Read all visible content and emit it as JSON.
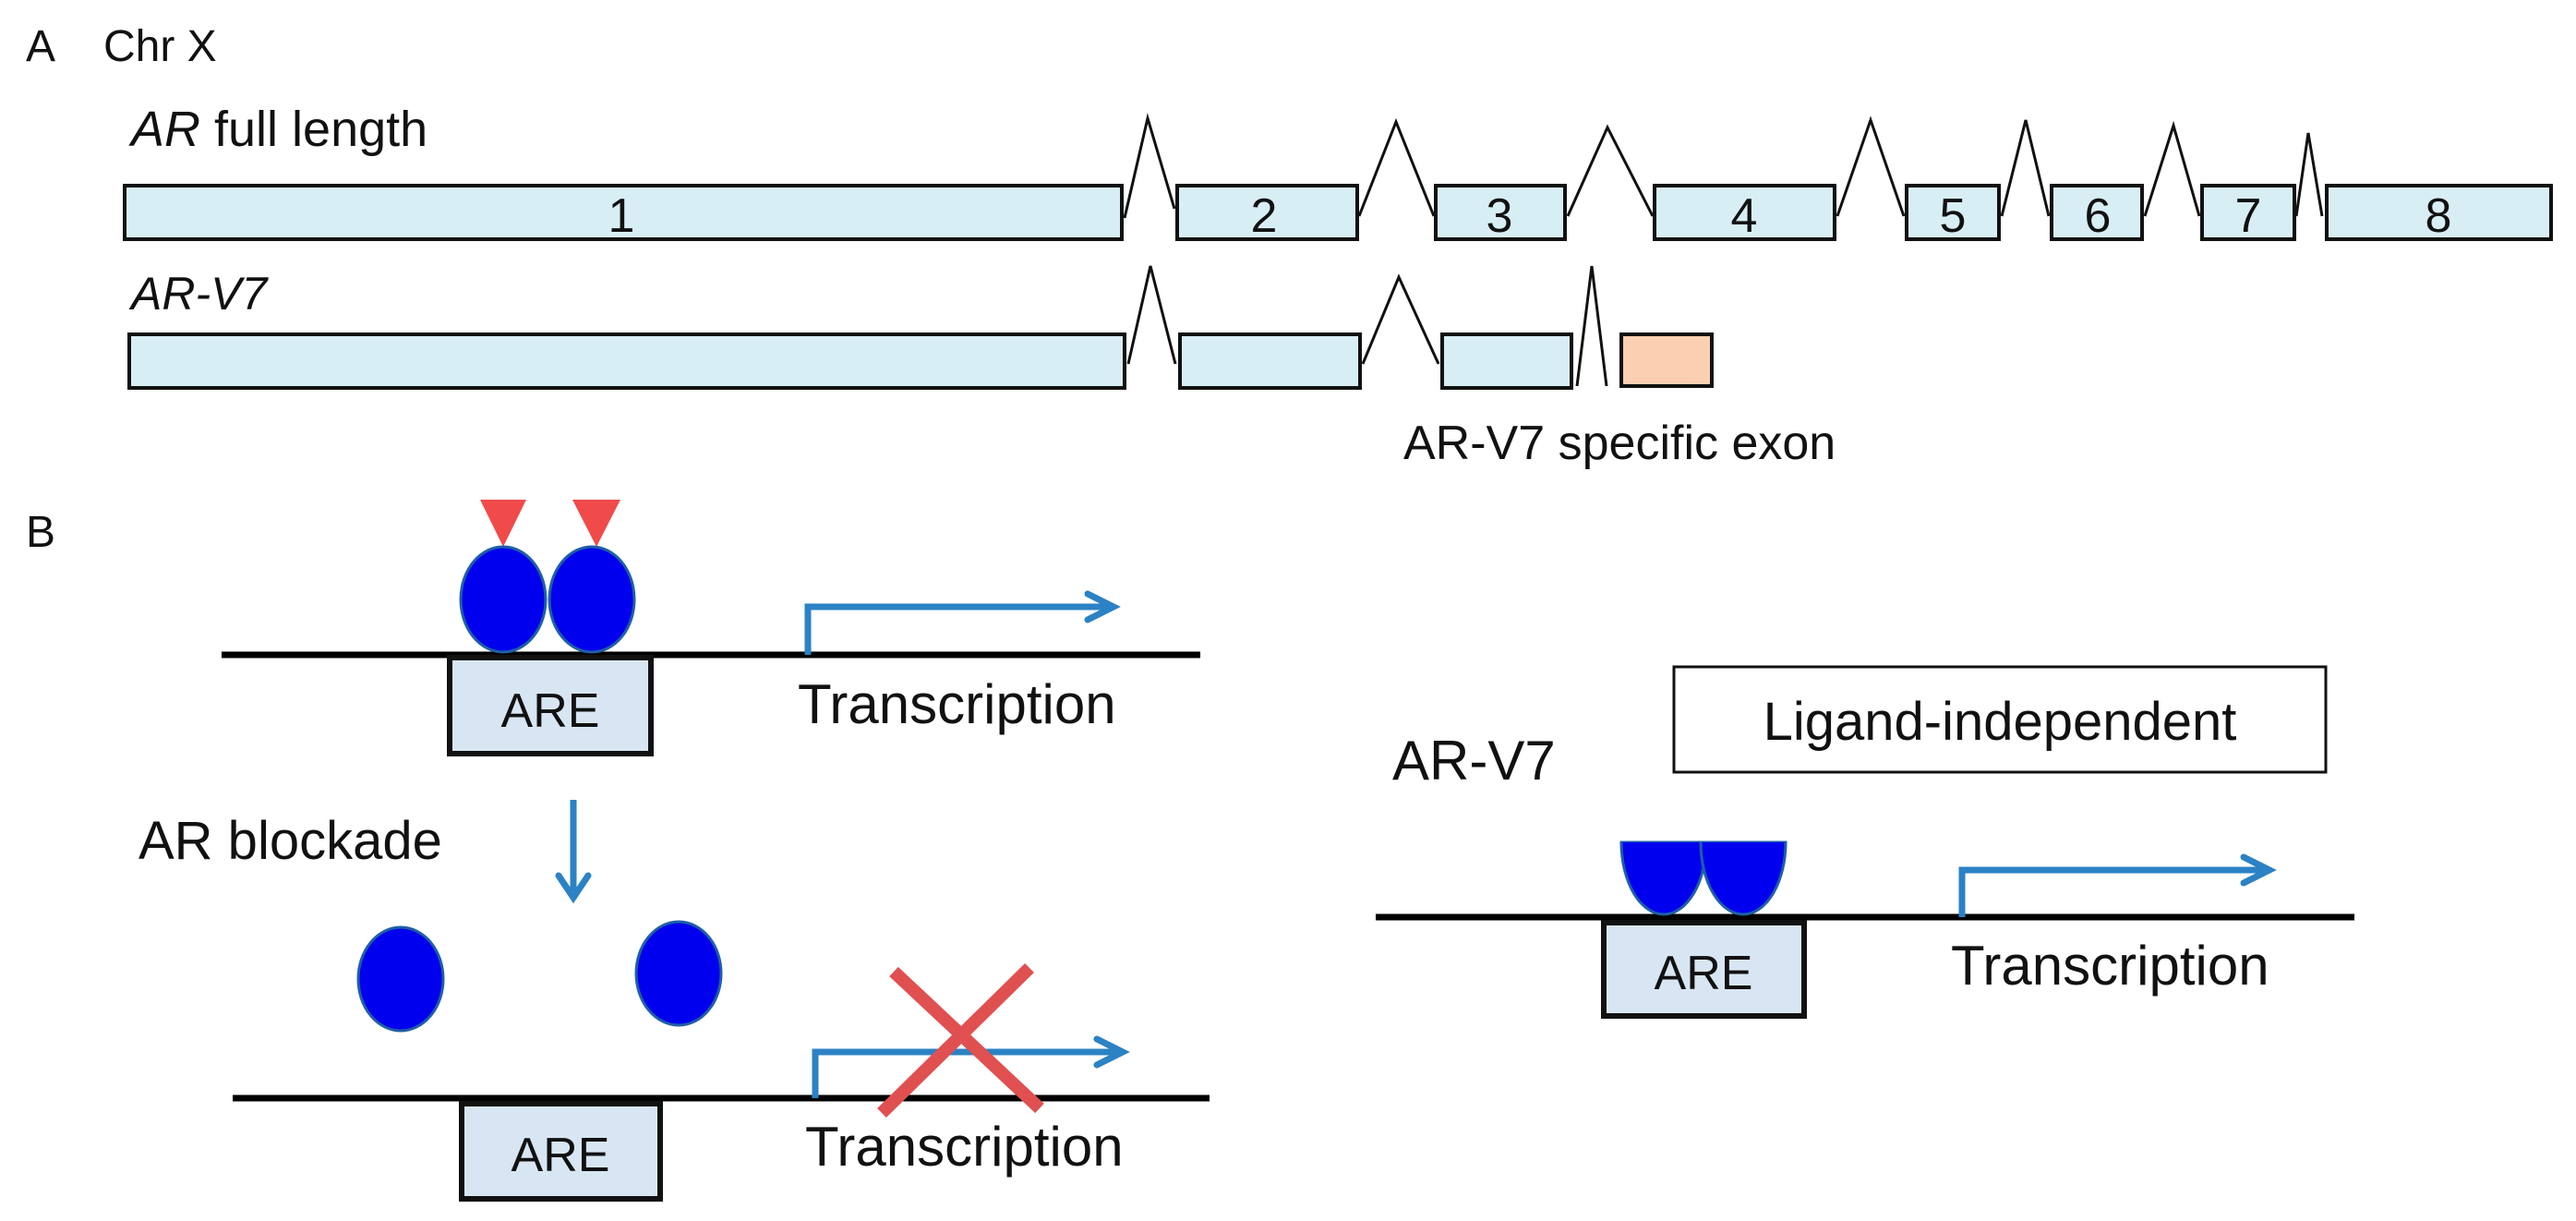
{
  "panel_a": {
    "panel_label": "A",
    "chromosome": "Chr X",
    "full_length_gene": "AR",
    "full_length_suffix": " full length",
    "variant_name": "AR-V7",
    "exon_labels": [
      "1",
      "2",
      "3",
      "4",
      "5",
      "6",
      "7",
      "8"
    ],
    "specific_exon_label": "AR-V7 specific exon"
  },
  "panel_b": {
    "panel_label": "B",
    "are_label": "ARE",
    "transcription_label": "Transcription",
    "blockade_label": "AR blockade",
    "variant_label": "AR-V7",
    "ligand_independent_label": "Ligand-independent"
  },
  "colors": {
    "exon_fill": "#d8eef5",
    "specific_exon_fill": "#fbd0b0",
    "protein_fill": "#0000ee",
    "ligand_fill": "#f04a4a",
    "arrow_color": "#2b82c4",
    "cross_color": "#e05050",
    "are_fill": "#d8e6f3"
  }
}
